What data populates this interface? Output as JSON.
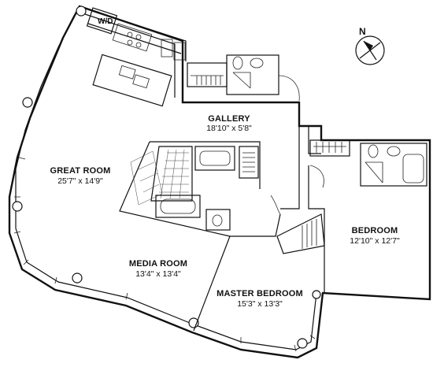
{
  "rooms": {
    "great_room": {
      "name": "GREAT ROOM",
      "size": "25'7\" x 14'9\""
    },
    "gallery": {
      "name": "GALLERY",
      "size": "18'10\" x 5'8\""
    },
    "media_room": {
      "name": "MEDIA ROOM",
      "size": "13'4\" x 13'4\""
    },
    "master_bedroom": {
      "name": "MASTER BEDROOM",
      "size": "15'3\" x 13'3\""
    },
    "bedroom": {
      "name": "BEDROOM",
      "size": "12'10\" x 12'7\""
    }
  },
  "labels": {
    "washer_dryer": "W/D"
  },
  "compass": {
    "north": "N"
  }
}
